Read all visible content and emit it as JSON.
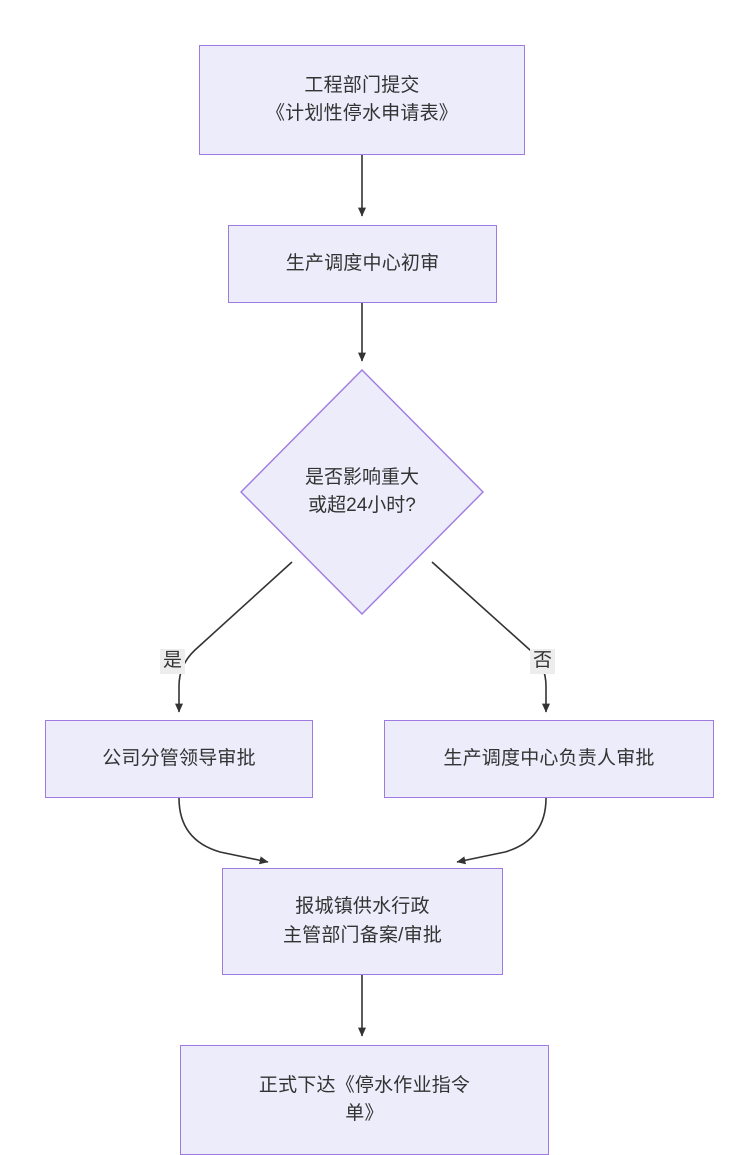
{
  "diagram": {
    "type": "flowchart",
    "direction": "top-to-bottom",
    "background_color": "#ffffff",
    "node_fill_color": "#ececfb",
    "node_border_color": "#9f7ae0",
    "text_color": "#333333",
    "edge_color": "#333333",
    "edge_label_bg_color": "#ededed",
    "title": ""
  },
  "nodes": [
    {
      "id": "submit",
      "shape": "rectangle",
      "label": "工程部门提交\n《计划性停水申请表》"
    },
    {
      "id": "first-review",
      "shape": "rectangle",
      "label": "生产调度中心初审"
    },
    {
      "id": "decision",
      "shape": "diamond",
      "label": "是否影响重大\n或超24小时?"
    },
    {
      "id": "leader-approval",
      "shape": "rectangle",
      "label": "公司分管领导审批"
    },
    {
      "id": "dispatch-head-approval",
      "shape": "rectangle",
      "label": "生产调度中心负责人审批"
    },
    {
      "id": "gov-filing",
      "shape": "rectangle",
      "label": "报城镇供水行政\n主管部门备案/审批"
    },
    {
      "id": "issue-order",
      "shape": "rectangle",
      "label": "正式下达《停水作业指令\n单》"
    }
  ],
  "edges": [
    {
      "id": "e1",
      "from": "submit",
      "to": "first-review",
      "label": ""
    },
    {
      "id": "e2",
      "from": "first-review",
      "to": "decision",
      "label": ""
    },
    {
      "id": "e3",
      "from": "decision",
      "to": "leader-approval",
      "label": "是"
    },
    {
      "id": "e4",
      "from": "decision",
      "to": "dispatch-head-approval",
      "label": "否"
    },
    {
      "id": "e5",
      "from": "leader-approval",
      "to": "gov-filing",
      "label": ""
    },
    {
      "id": "e6",
      "from": "dispatch-head-approval",
      "to": "gov-filing",
      "label": ""
    },
    {
      "id": "e7",
      "from": "gov-filing",
      "to": "issue-order",
      "label": ""
    }
  ],
  "edge_labels": {
    "yes": "是",
    "no": "否"
  }
}
